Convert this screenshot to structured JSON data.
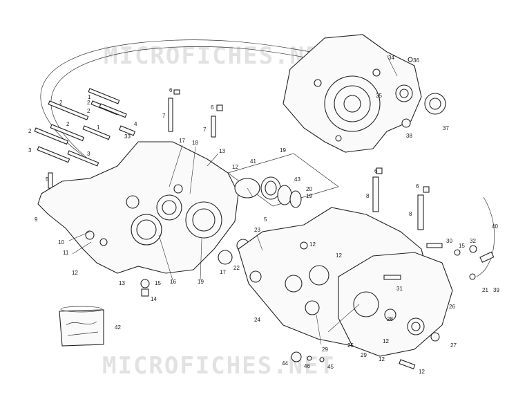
{
  "watermark": {
    "top": "MICROFICHES.NET",
    "bottom": "MICROFICHES.NET"
  },
  "callouts": {
    "c1a": "1",
    "c1b": "1",
    "c2a": "2",
    "c2b": "2",
    "c2c": "2",
    "c2d": "2",
    "c2e": "2",
    "c3a": "3",
    "c3b": "3",
    "c4a": "4",
    "c5a": "5",
    "c5b": "5",
    "c6a": "6",
    "c6b": "6",
    "c6c": "6",
    "c6d": "6",
    "c7a": "7",
    "c7b": "7",
    "c8a": "8",
    "c8b": "8",
    "c9": "9",
    "c10": "10",
    "c11": "11",
    "c12a": "12",
    "c12b": "12",
    "c12c": "12",
    "c12d": "12",
    "c12e": "12",
    "c12f": "12",
    "c12g": "12",
    "c13a": "13",
    "c13b": "13",
    "c14": "14",
    "c15a": "15",
    "c15b": "15",
    "c16": "16",
    "c17a": "17",
    "c17b": "17",
    "c18": "18",
    "c19a": "19",
    "c19b": "19",
    "c20": "20",
    "c21": "21",
    "c22": "22",
    "c23": "23",
    "c24": "24",
    "c25": "25",
    "c26": "26",
    "c27": "27",
    "c28": "28",
    "c29a": "29",
    "c29b": "29",
    "c30": "30",
    "c31": "31",
    "c32": "32",
    "c33": "33",
    "c34": "34",
    "c35": "35",
    "c36": "36",
    "c37": "37",
    "c38": "38",
    "c39": "39",
    "c40": "40",
    "c41": "41",
    "c42": "42",
    "c43": "43",
    "c44": "44",
    "c45": "45",
    "c46": "46"
  }
}
